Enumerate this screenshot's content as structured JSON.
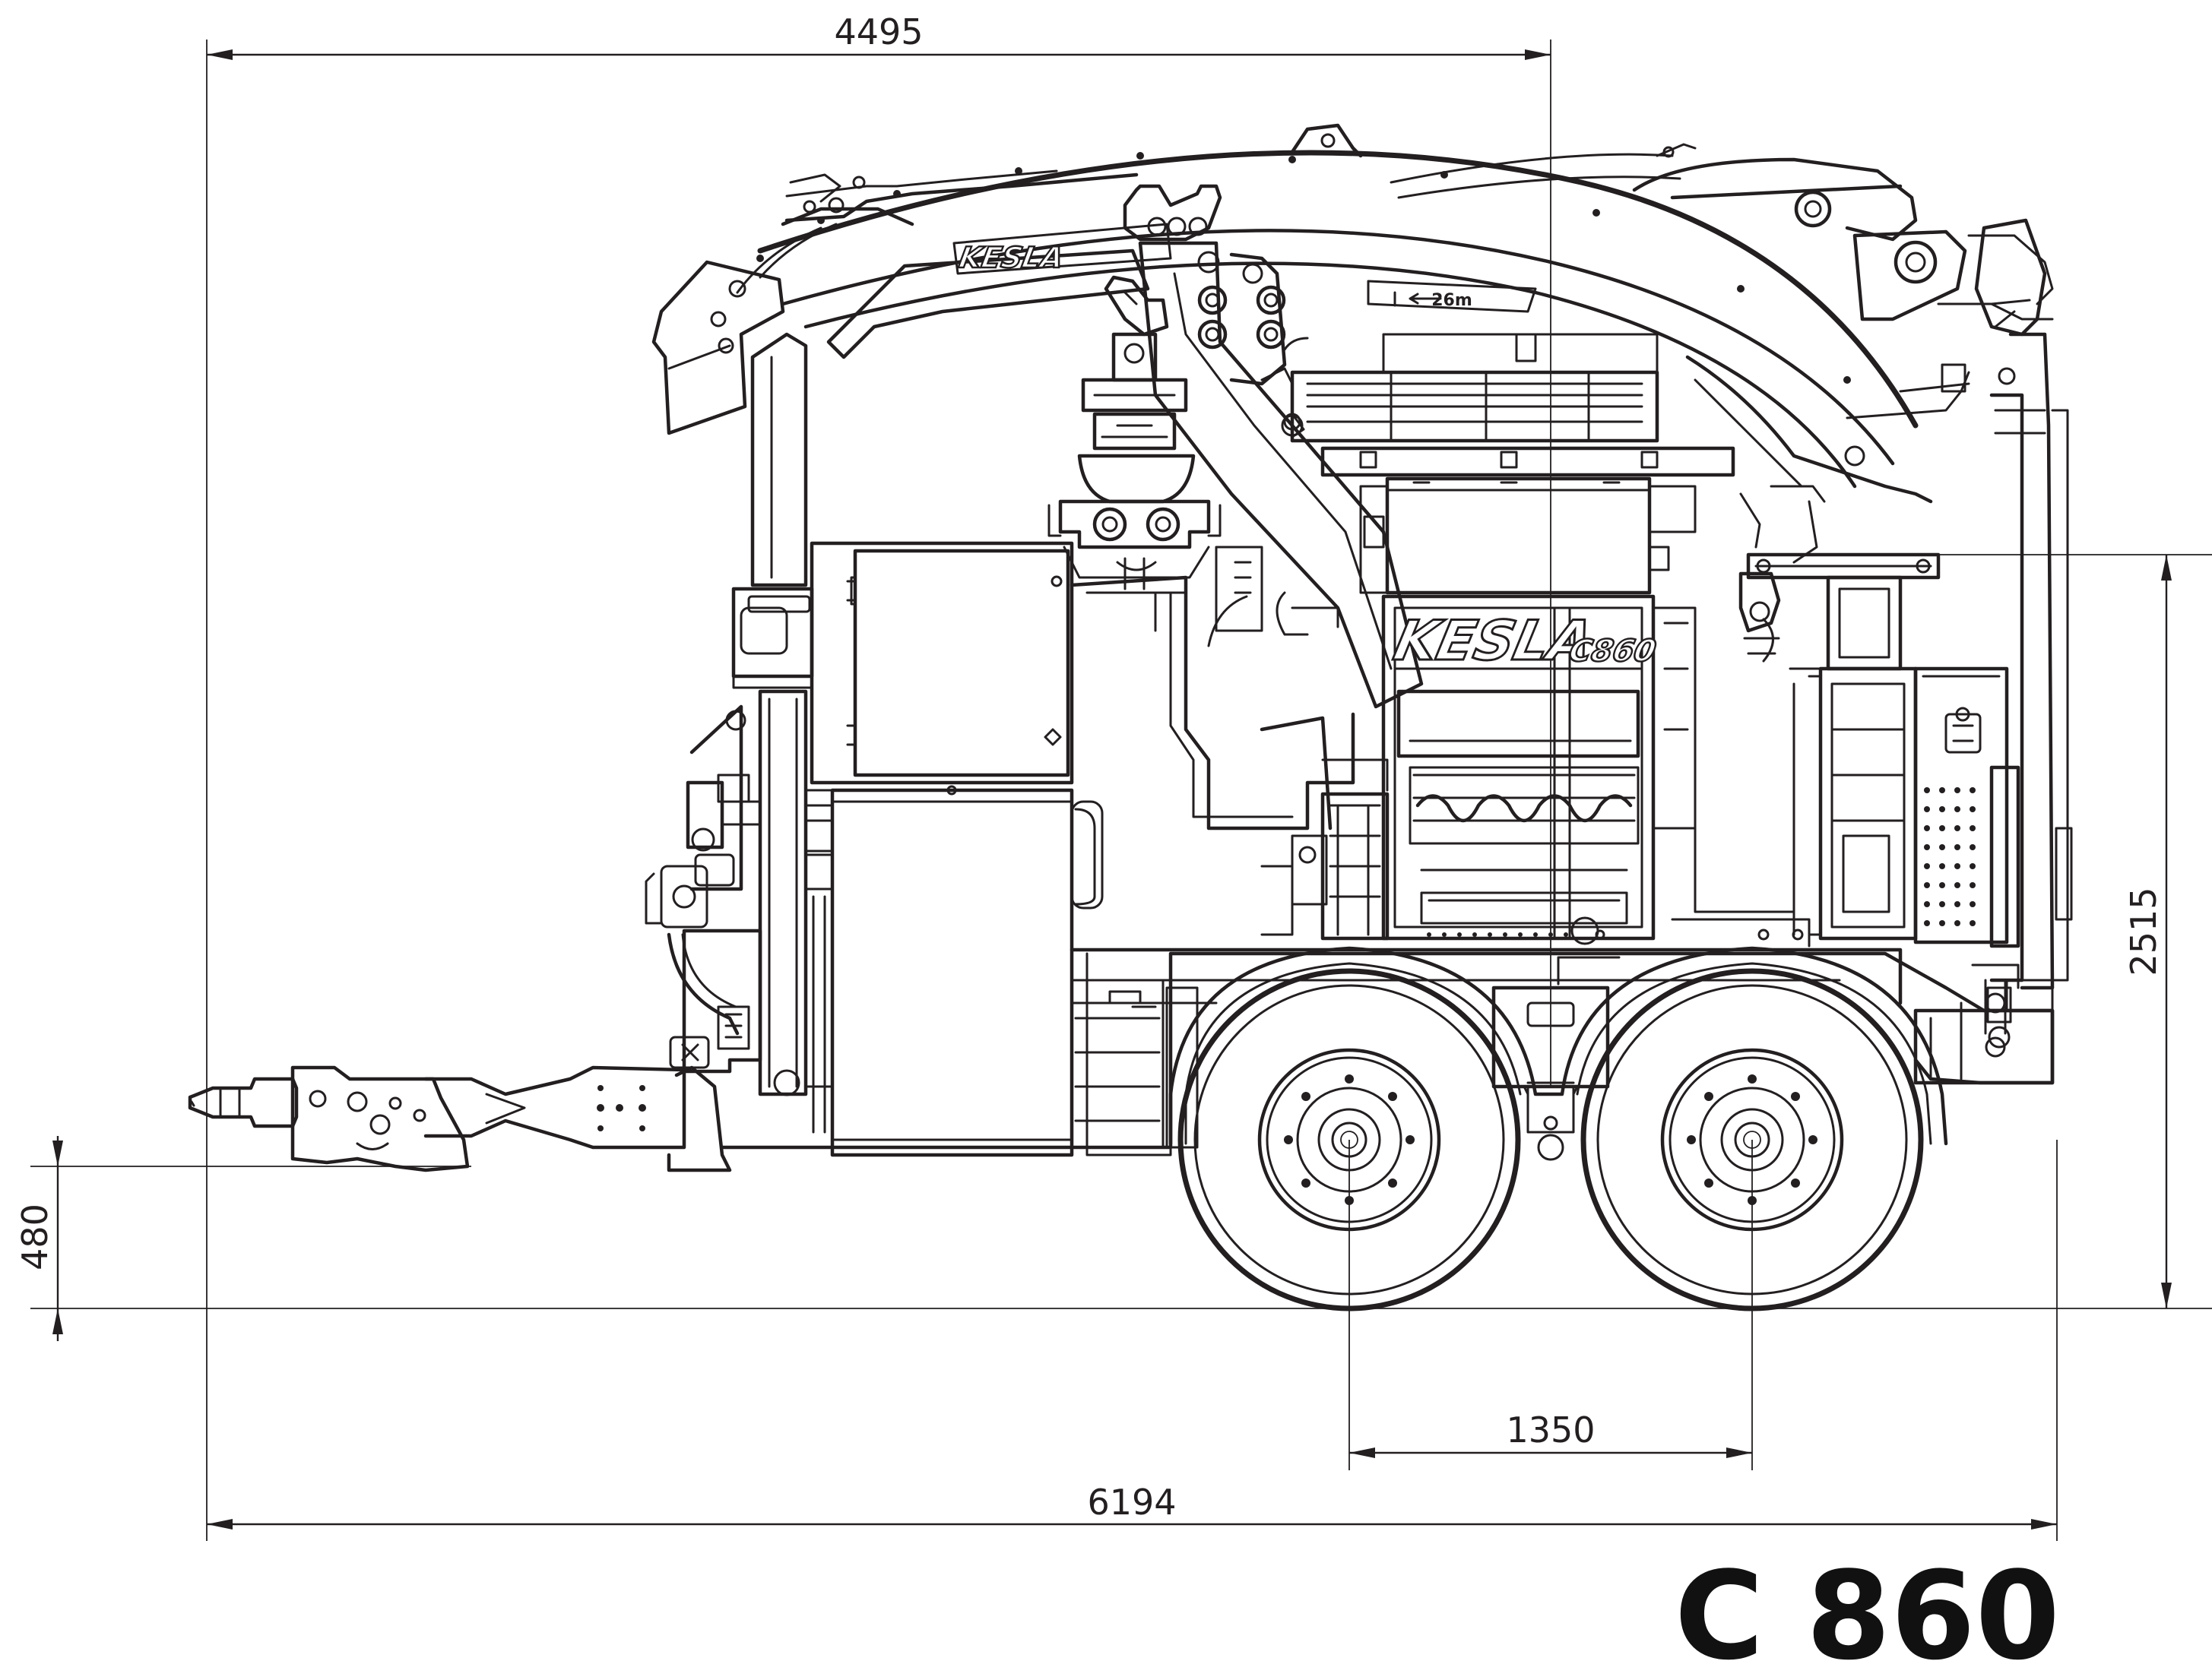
{
  "drawing": {
    "model": "C 860",
    "brand_label": "KESLA",
    "brand_suffix": "C860",
    "boom_brand_label": "KESLA",
    "boom_reach_label": "26m"
  },
  "dimensions": {
    "crane_length": "4495",
    "total_length": "6194",
    "axle_spacing": "1350",
    "drawbar_height": "480",
    "total_height": "2515"
  },
  "colors": {
    "line": "#231f20",
    "background": "#ffffff"
  }
}
